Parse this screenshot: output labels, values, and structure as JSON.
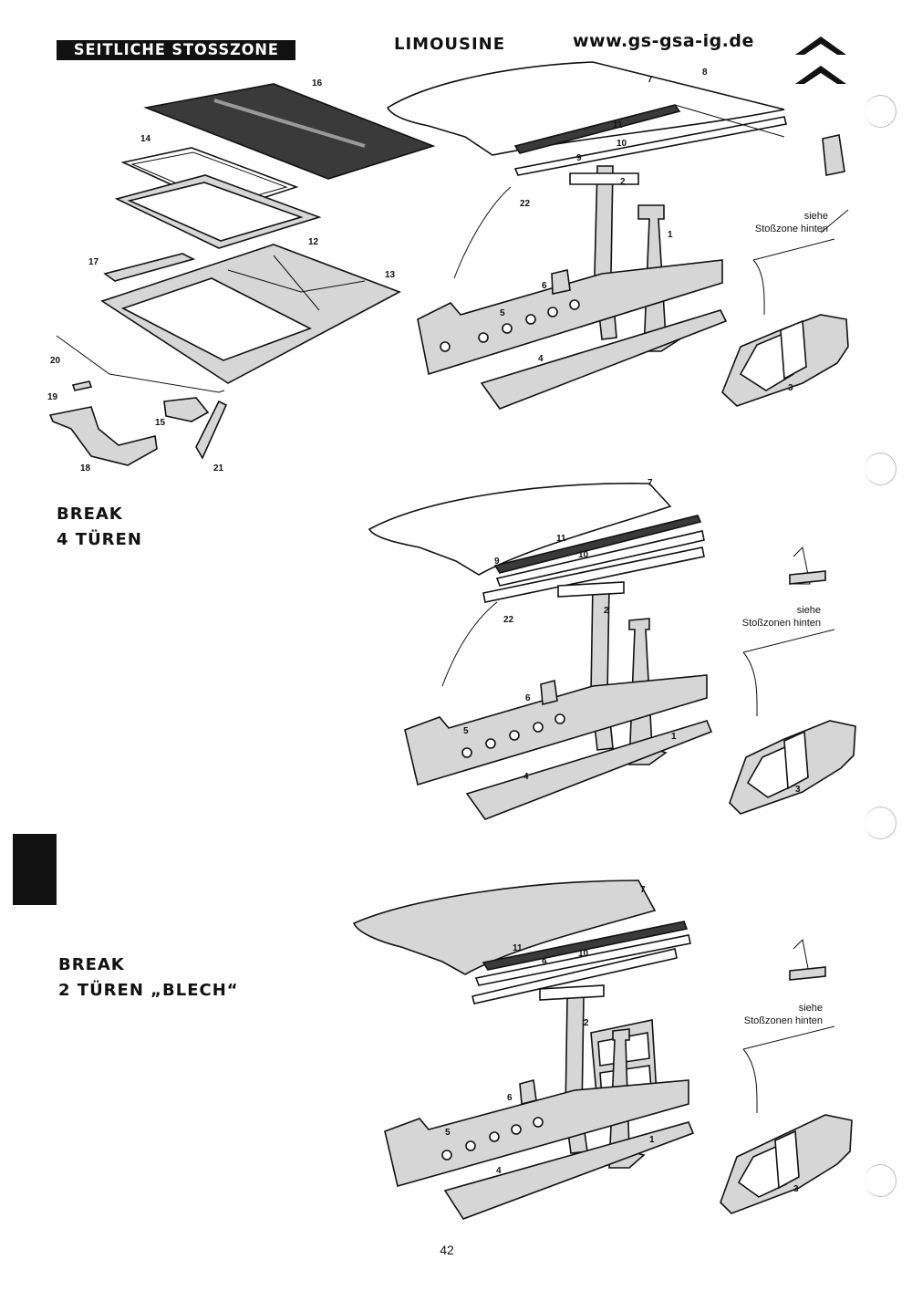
{
  "header": {
    "badge": "SEITLICHE STOSSZONE",
    "title": "LIMOUSINE",
    "url": "www.gs-gsa-ig.de",
    "logo_icon": "citroen-double-chevron-icon"
  },
  "sections": [
    {
      "line1": "BREAK",
      "line2": "4 TÜREN"
    },
    {
      "line1": "BREAK",
      "line2": "2 TÜREN „BLECH“"
    }
  ],
  "notes": {
    "limousine": {
      "line1": "siehe",
      "line2": "Stoßzone hinten"
    },
    "break4": {
      "line1": "siehe",
      "line2": "Stoßzonen hinten"
    },
    "break2": {
      "line1": "siehe",
      "line2": "Stoßzonen hinten"
    }
  },
  "callouts": {
    "limousine": [
      "16",
      "14",
      "12",
      "17",
      "13",
      "20",
      "19",
      "15",
      "18",
      "21",
      "8",
      "7",
      "11",
      "9",
      "10",
      "2",
      "22",
      "1",
      "6",
      "5",
      "4",
      "3"
    ],
    "break4": [
      "7",
      "11",
      "10",
      "9",
      "22",
      "2",
      "6",
      "5",
      "4",
      "1",
      "3"
    ],
    "break2": [
      "7",
      "11",
      "9",
      "10",
      "2",
      "6",
      "5",
      "4",
      "1",
      "3"
    ]
  },
  "page": {
    "number": "42"
  }
}
